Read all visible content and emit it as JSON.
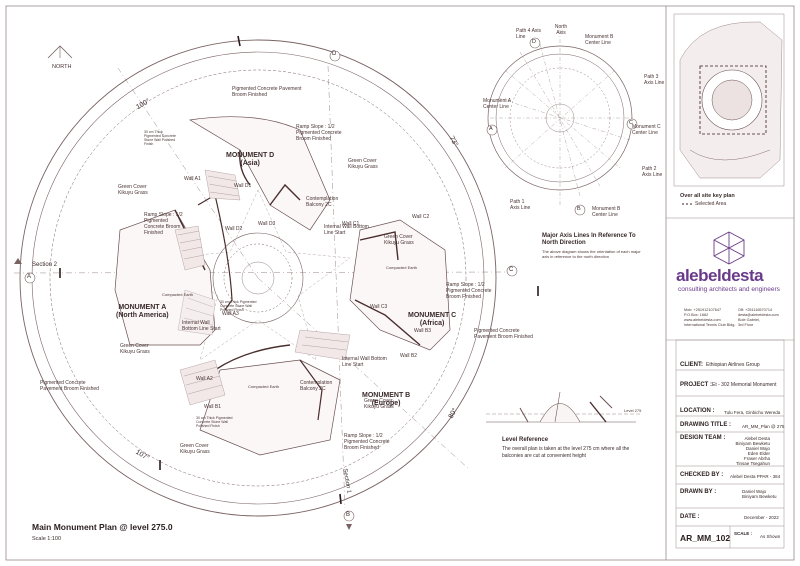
{
  "sheet": {
    "north_label": "NORTH",
    "main_title": "Main Monument Plan @ level 275.0",
    "scale": "Scale 1:100"
  },
  "plan": {
    "monuments": [
      {
        "name": "MONUMENT D",
        "region": "(Asia)"
      },
      {
        "name": "MONUMENT A",
        "region": "(North America)"
      },
      {
        "name": "MONUMENT C",
        "region": "(Africa)"
      },
      {
        "name": "MONUMENT B",
        "region": "(Europe)"
      }
    ],
    "axis_markers": [
      "A",
      "B",
      "C",
      "D"
    ],
    "angles": [
      "100°",
      "73°",
      "80°",
      "107°"
    ],
    "sections": [
      "Section 2",
      "Section 1"
    ],
    "notes": {
      "pavement": "Pigmented Concrete Pavement Broom Finished",
      "ground": "Green Cover Kikuyu Grass",
      "ramp": "Ramp Slope : 1/2 Pigmented Concrete Broom Finished",
      "balcony": "Contemplation Balcony 2C",
      "earth": "Compacted Earth",
      "wall_line": "Internal Wall Bottom Line Start",
      "thick_wall": "30 cm Thick Pigmented Concrete Stone Wall Polished Finish"
    },
    "walls": [
      "Wall D1",
      "Wall D2",
      "Wall D3",
      "Wall C1",
      "Wall C2",
      "Wall C3",
      "Wall B1",
      "Wall B2",
      "Wall B3",
      "Wall A1",
      "Wall A2",
      "Wall A3"
    ]
  },
  "axis_diagram": {
    "labels": {
      "north_axis": "North Axis",
      "path4": "Path 4 Axis Line",
      "monB_top": "Monument B Center Line",
      "path3": "Path 3 Axis Line",
      "monA": "Monument A Center Line",
      "monC": "Monument C Center Line",
      "path2": "Path 2 Axis Line",
      "path1": "Path 1 Axis Line",
      "monB_bot": "Monument B Center Line"
    },
    "markers": [
      "D",
      "A",
      "C",
      "B"
    ],
    "title": "Major Axis Lines In Reference To North Direction",
    "caption": "The above diagram shows the orientation of each major axis in reference to the north direction"
  },
  "level_ref": {
    "title": "Level Reference",
    "text": "The overall plan is taken at the level 275 cm where all the balconies are cut at convenient height",
    "level_tag": "Level 275"
  },
  "key_plan": {
    "caption": "Over all site key plan",
    "legend": "Selected Area"
  },
  "firm": {
    "logo": "alebeldesta",
    "tagline": "consulting architects and engineers",
    "contact_left": [
      "Mob: +251912107647",
      "P.O.Box: 1662",
      "www.alebeldesta.com",
      "International Tennis Club Bldg."
    ],
    "contact_right": [
      "Off: +251116570714",
      "desta@alebeldesta.com",
      "Bole Gabriel,",
      "3rd Floor"
    ]
  },
  "title_block": {
    "client_label": "CLIENT:",
    "client": "Ethiopian Airlines Group",
    "project_label": "PROJECT :",
    "project": "Et - 302  Memorial Monument",
    "location_label": "LOCATION :",
    "location": "Tulu Fera, Ginbichu Wereda",
    "drawing_title_label": "DRAWING TITLE :",
    "drawing_title": "AR_MM_Plan @ 275",
    "team_label": "DESIGN TEAM :",
    "team": [
      "Alebel Desta",
      "Biniyam Bewketu",
      "Daniel Wajo",
      "Eden Elder",
      "Fraser Abrha",
      "Tinsae Tsegahun"
    ],
    "checked_label": "CHECKED BY :",
    "checked": "Alebel Desta PPAR - 384",
    "drawn_label": "DRAWN BY :",
    "drawn": [
      "Daniel Wajo",
      "Biniyam Bewketu"
    ],
    "date_label": "DATE :",
    "date": "December - 2022",
    "sheet_number": "AR_MM_102",
    "scale_label": "SCALE :",
    "scale": "As Shown"
  }
}
